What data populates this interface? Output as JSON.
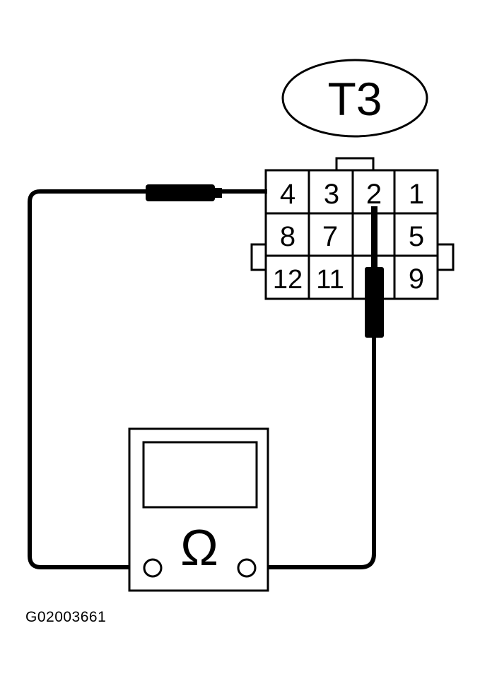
{
  "connector": {
    "label": "T3",
    "pins": [
      {
        "id": "4",
        "label": "4"
      },
      {
        "id": "3",
        "label": "3"
      },
      {
        "id": "2",
        "label": "2"
      },
      {
        "id": "1",
        "label": "1"
      },
      {
        "id": "8",
        "label": "8"
      },
      {
        "id": "7",
        "label": "7"
      },
      {
        "id": "6",
        "label": ""
      },
      {
        "id": "5",
        "label": "5"
      },
      {
        "id": "12",
        "label": "12"
      },
      {
        "id": "11",
        "label": "11"
      },
      {
        "id": "10",
        "label": ""
      },
      {
        "id": "9",
        "label": "9"
      }
    ]
  },
  "meter": {
    "symbol": "Ω"
  },
  "figure_code": "G02003661"
}
